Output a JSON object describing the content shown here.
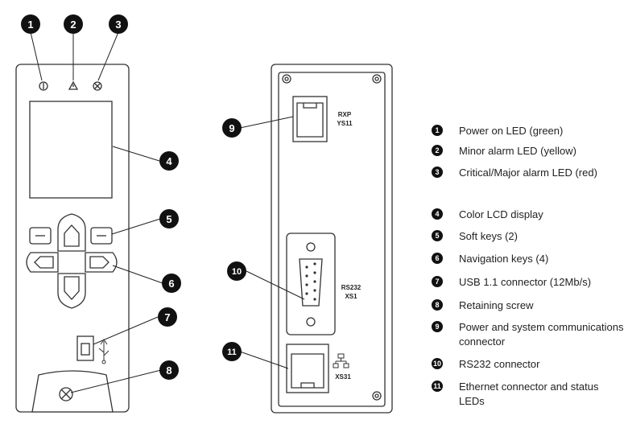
{
  "callouts": [
    "1",
    "2",
    "3",
    "4",
    "5",
    "6",
    "7",
    "8",
    "9",
    "10",
    "11"
  ],
  "port_labels": {
    "rxp": "RXP",
    "ys11": "YS11",
    "rs232": "RS232",
    "xs1": "XS1",
    "xs31": "XS31"
  },
  "legend": [
    {
      "num": "1",
      "text": "Power on LED (green)"
    },
    {
      "num": "2",
      "text": "Minor alarm LED (yellow)"
    },
    {
      "num": "3",
      "text": "Critical/Major alarm LED (red)"
    },
    {
      "num": "4",
      "text": "Color LCD display"
    },
    {
      "num": "5",
      "text": "Soft keys (2)"
    },
    {
      "num": "6",
      "text": "Navigation keys (4)"
    },
    {
      "num": "7",
      "text": "USB 1.1 connector (12Mb/s)"
    },
    {
      "num": "8",
      "text": "Retaining screw"
    },
    {
      "num": "9",
      "text": "Power and system communications connector"
    },
    {
      "num": "10",
      "text": "RS232 connector"
    },
    {
      "num": "11",
      "text": "Ethernet connector and status LEDs"
    }
  ]
}
